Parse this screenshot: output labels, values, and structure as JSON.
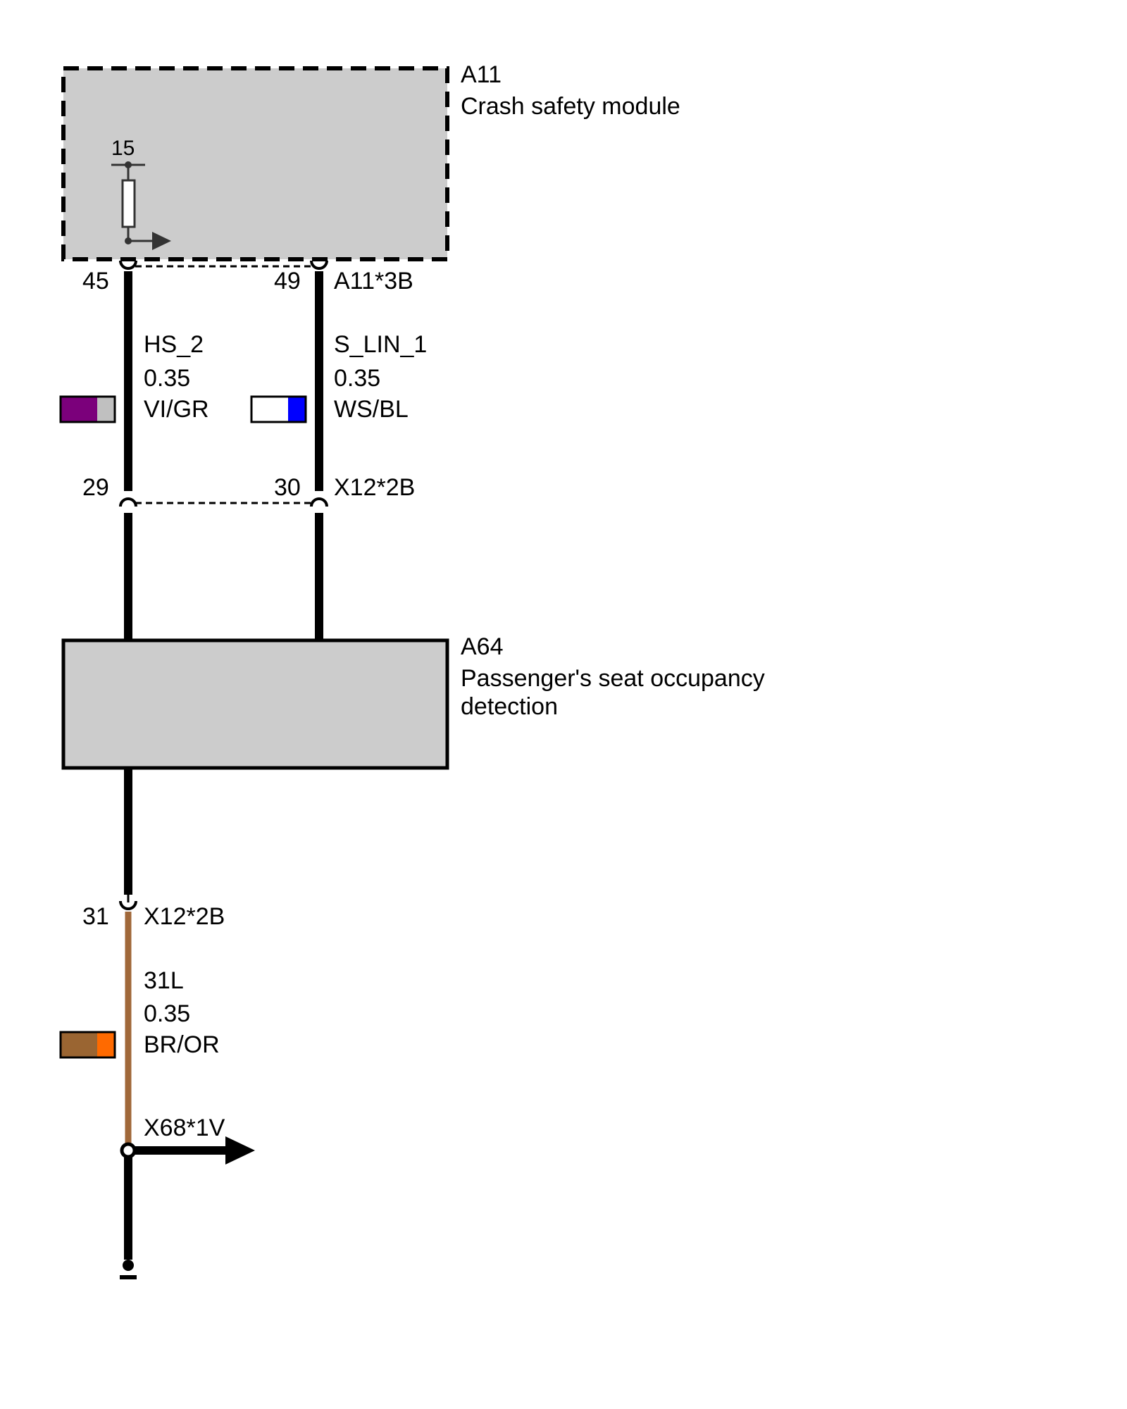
{
  "components": {
    "a11": {
      "ref": "A11",
      "name": "Crash safety module",
      "connector": "A11*3B"
    },
    "a64": {
      "ref": "A64",
      "name_line1": "Passenger's seat occupancy",
      "name_line2": "detection"
    }
  },
  "internal": {
    "label": "15"
  },
  "pins": {
    "p45": "45",
    "p49": "49",
    "p29": "29",
    "p30": "30",
    "p31": "31"
  },
  "connectors": {
    "x12_upper": "X12*2B",
    "x12_lower": "X12*2B",
    "x68": "X68*1V"
  },
  "wires": {
    "left": {
      "signal": "HS_2",
      "gauge": "0.35",
      "color_code": "VI/GR",
      "swatch": [
        "#7b007b",
        "#c0c0c0"
      ]
    },
    "right": {
      "signal": "S_LIN_1",
      "gauge": "0.35",
      "color_code": "WS/BL",
      "swatch": [
        "#ffffff",
        "#0000ff"
      ]
    },
    "bottom": {
      "signal": "31L",
      "gauge": "0.35",
      "color_code": "BR/OR",
      "swatch": [
        "#9a6532",
        "#ff6a00"
      ],
      "trace_color": "#a0683a"
    }
  },
  "colors": {
    "module_fill": "#cccccc",
    "wire": "#000000"
  }
}
